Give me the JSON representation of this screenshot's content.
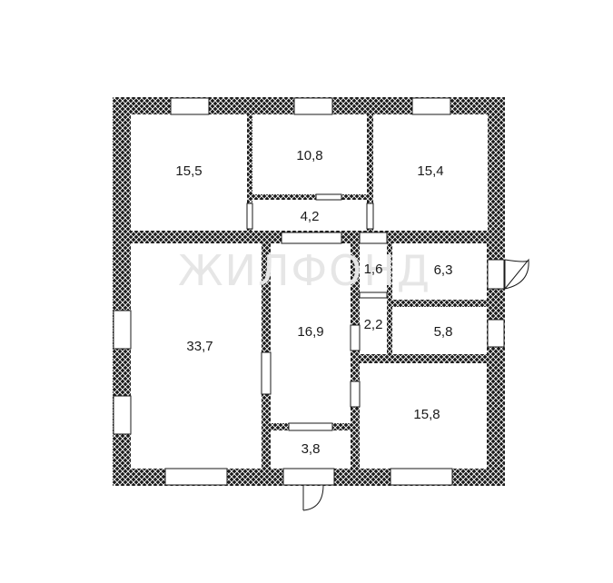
{
  "watermark": "ЖИЛФОНД",
  "rooms": [
    {
      "id": "room-1",
      "area": "15,5"
    },
    {
      "id": "room-2",
      "area": "10,8"
    },
    {
      "id": "room-3",
      "area": "15,4"
    },
    {
      "id": "room-4",
      "area": "4,2"
    },
    {
      "id": "room-5",
      "area": "33,7"
    },
    {
      "id": "room-6",
      "area": "16,9"
    },
    {
      "id": "room-7",
      "area": "1,6"
    },
    {
      "id": "room-8",
      "area": "6,3"
    },
    {
      "id": "room-9",
      "area": "2,2"
    },
    {
      "id": "room-10",
      "area": "5,8"
    },
    {
      "id": "room-11",
      "area": "15,8"
    },
    {
      "id": "room-12",
      "area": "3,8"
    }
  ],
  "colors": {
    "wall_dark": "#1a1a1a",
    "wall_hatch": "#ffffff",
    "floor": "#ffffff"
  }
}
